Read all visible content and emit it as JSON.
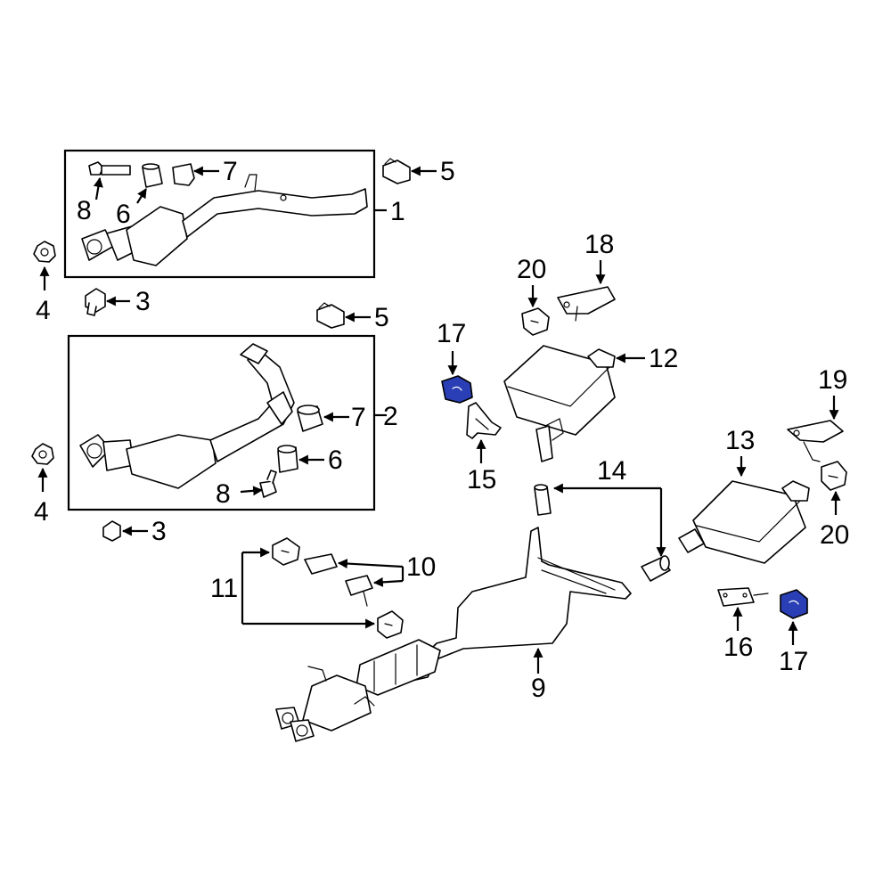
{
  "diagram": {
    "highlight_color": "#2a3fb5",
    "callouts": {
      "c1": "1",
      "c2": "2",
      "c3a": "3",
      "c3b": "3",
      "c4a": "4",
      "c4b": "4",
      "c5a": "5",
      "c5b": "5",
      "c6a": "6",
      "c6b": "6",
      "c7a": "7",
      "c7b": "7",
      "c8a": "8",
      "c8b": "8",
      "c9": "9",
      "c10": "10",
      "c11": "11",
      "c12": "12",
      "c13": "13",
      "c14": "14",
      "c15": "15",
      "c16": "16",
      "c17a": "17",
      "c17b": "17",
      "c18": "18",
      "c19": "19",
      "c20a": "20",
      "c20b": "20"
    }
  }
}
